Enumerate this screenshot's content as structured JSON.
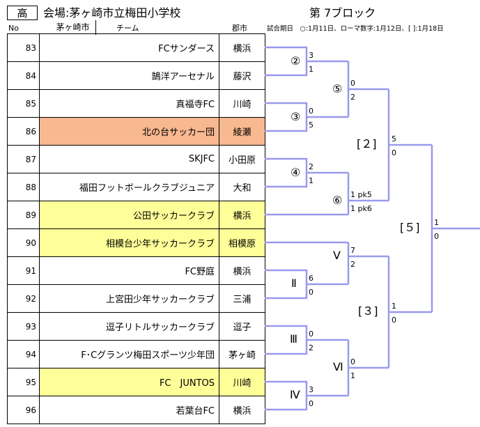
{
  "header": {
    "category": "高",
    "venue": "会場:茅ヶ崎市立梅田小学校",
    "venue_city": "茅ヶ崎市",
    "block": "第 7ブロック"
  },
  "columns": {
    "no": "No",
    "team": "チーム",
    "city": "郡市"
  },
  "legend": "試合期日　○:1月11日、ローマ数字:1月12日、[ ]:1月18日",
  "teams": [
    {
      "no": "83",
      "name": "FCサンダース",
      "city": "横浜"
    },
    {
      "no": "84",
      "name": "鵠洋アーセナル",
      "city": "藤沢"
    },
    {
      "no": "85",
      "name": "真福寺FC",
      "city": "川崎"
    },
    {
      "no": "86",
      "name": "北の台サッカー団",
      "city": "綾瀬"
    },
    {
      "no": "87",
      "name": "SKJFC",
      "city": "小田原"
    },
    {
      "no": "88",
      "name": "福田フットボールクラブジュニア",
      "city": "大和"
    },
    {
      "no": "89",
      "name": "公田サッカークラブ",
      "city": "横浜"
    },
    {
      "no": "90",
      "name": "相模台少年サッカークラブ",
      "city": "相模原"
    },
    {
      "no": "91",
      "name": "FC野庭",
      "city": "横浜"
    },
    {
      "no": "92",
      "name": "上宮田少年サッカークラブ",
      "city": "三浦"
    },
    {
      "no": "93",
      "name": "逗子リトルサッカークラブ",
      "city": "逗子"
    },
    {
      "no": "94",
      "name": "F･Cグランツ梅田スポーツ少年団",
      "city": "茅ヶ崎"
    },
    {
      "no": "95",
      "name": "FC　JUNTOS",
      "city": "川崎"
    },
    {
      "no": "96",
      "name": "若葉台FC",
      "city": "横浜"
    }
  ],
  "bracket": {
    "line_color": "#9999ee",
    "labels": {
      "m2": "②",
      "m3": "③",
      "m4": "④",
      "m5": "⑤",
      "m6": "⑥",
      "r1": "Ⅴ",
      "r2": "Ⅱ",
      "r3": "Ⅲ",
      "r4": "Ⅵ",
      "r5": "Ⅳ",
      "s2": "[２]",
      "s3": "[３]",
      "f": "[５]"
    },
    "scores": {
      "m2a": "3",
      "m2b": "1",
      "m3a": "0",
      "m3b": "5",
      "m4a": "2",
      "m4b": "1",
      "m5a": "0",
      "m5b": "2",
      "m6a": "1 pk5",
      "m6b": "1 pk6",
      "s2a": "5",
      "s2b": "0",
      "r1a": "7",
      "r1b": "2",
      "r2a": "6",
      "r2b": "0",
      "r3a": "0",
      "r3b": "2",
      "r4a": "0",
      "r4b": "1",
      "r5a": "3",
      "r5b": "0",
      "s3a": "1",
      "s3b": "0",
      "fa": "1",
      "fb": "0"
    }
  }
}
